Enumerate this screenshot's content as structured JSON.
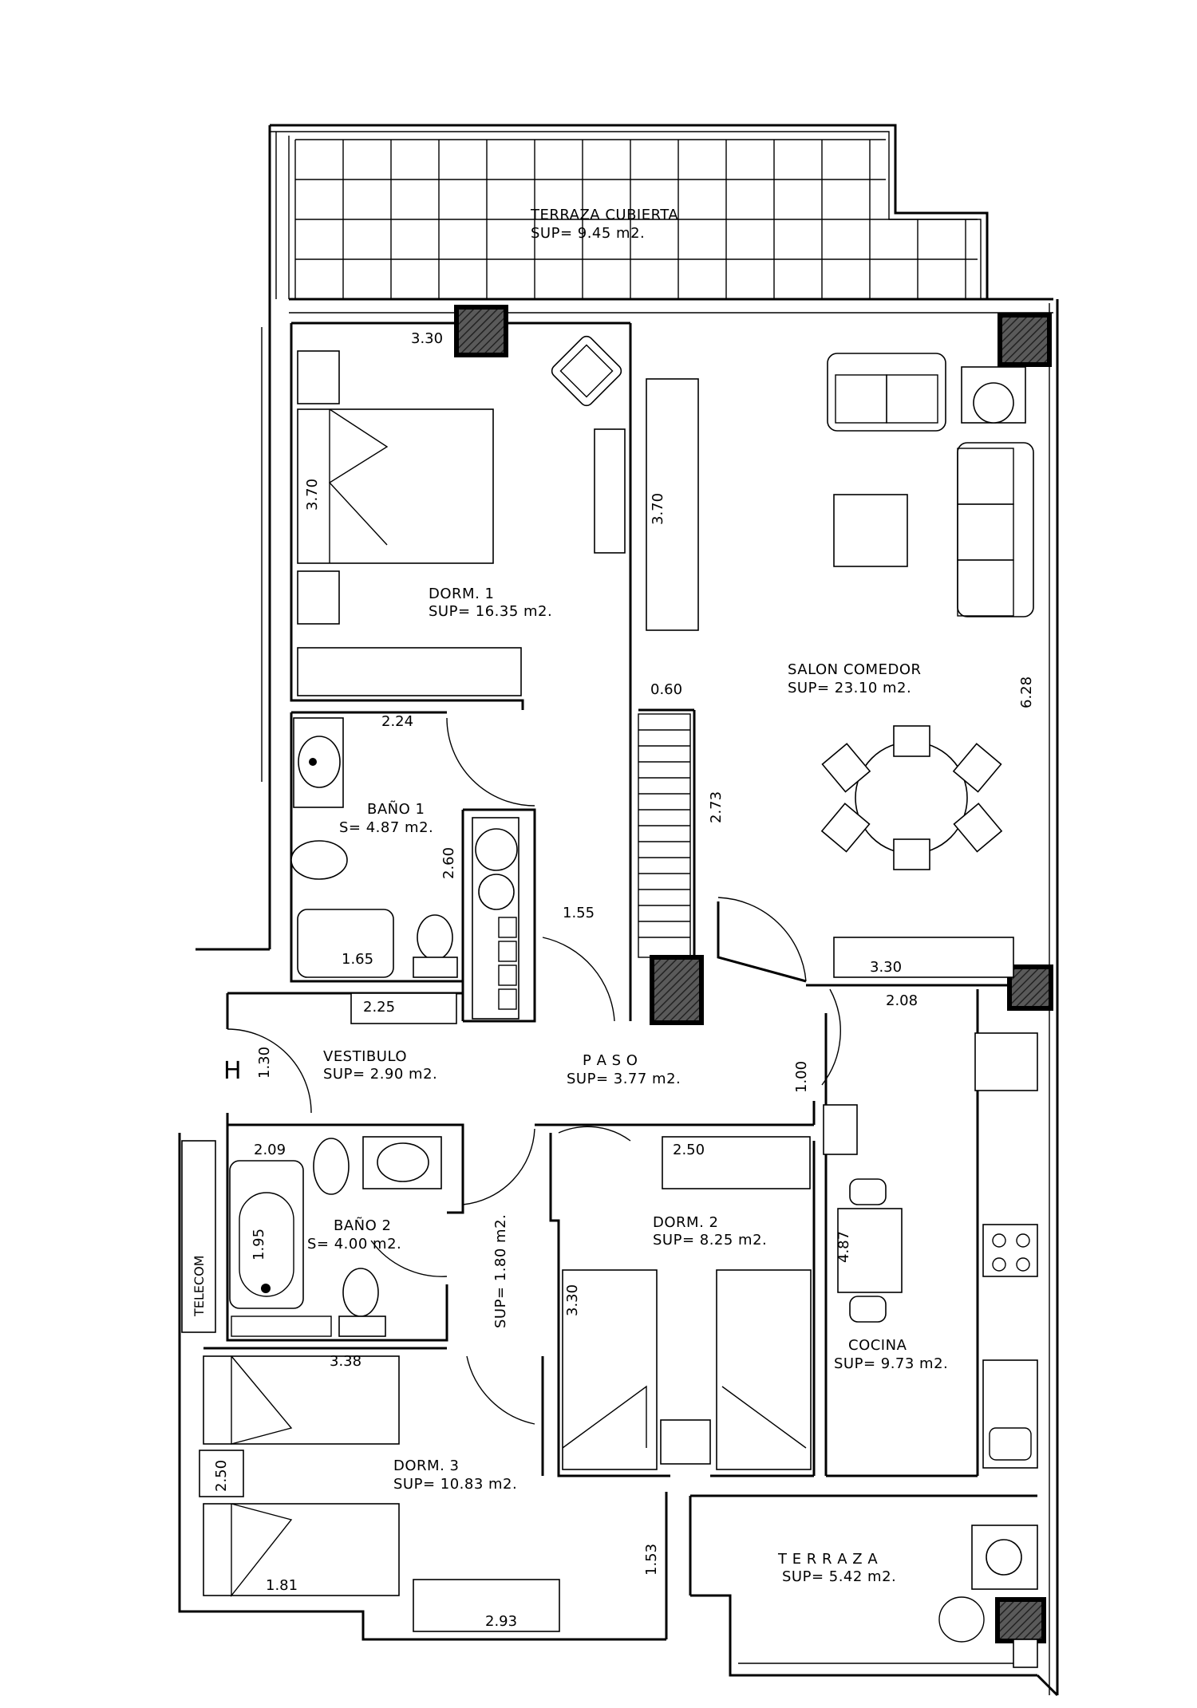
{
  "rooms": {
    "terraza_cubierta": {
      "name": "TERRAZA CUBIERTA",
      "area": "SUP= 9.45 m2."
    },
    "dorm1": {
      "name": "DORM. 1",
      "area": "SUP= 16.35 m2."
    },
    "salon": {
      "name": "SALON COMEDOR",
      "area": "SUP= 23.10 m2."
    },
    "bano1": {
      "name": "BAÑO 1",
      "area": "S= 4.87 m2."
    },
    "vestibulo": {
      "name": "VESTIBULO",
      "area": "SUP= 2.90 m2."
    },
    "paso": {
      "name": "P A S O",
      "area": "SUP= 3.77 m2."
    },
    "bano2": {
      "name": "BAÑO 2",
      "area": "S= 4.00 m2."
    },
    "dorm2": {
      "name": "DORM. 2",
      "area": "SUP= 8.25 m2."
    },
    "cocina": {
      "name": "COCINA",
      "area": "SUP= 9.73 m2."
    },
    "dorm3": {
      "name": "DORM. 3",
      "area": "SUP= 10.83 m2."
    },
    "terraza": {
      "name": "T E R R A Z A",
      "area": "SUP= 5.42 m2."
    }
  },
  "pasillo_area": "SUP= 1.80 m2.",
  "entry_label": "H",
  "telecom_label": "TELECOM",
  "dimensions": {
    "d330_dorm1": "3.30",
    "d370_dorm1": "3.70",
    "d370_salon": "3.70",
    "d060": "0.60",
    "d628": "6.28",
    "d224": "2.24",
    "d273": "2.73",
    "d260": "2.60",
    "d155": "1.55",
    "d165": "1.65",
    "d330_salon": "3.30",
    "d225": "2.25",
    "d208": "2.08",
    "d130": "1.30",
    "d100": "1.00",
    "d209": "2.09",
    "d250_dorm2": "2.50",
    "d195": "1.95",
    "d487": "4.87",
    "d330_dorm2": "3.30",
    "d338": "3.38",
    "d250_dorm3": "2.50",
    "d181": "1.81",
    "d293": "2.93",
    "d153": "1.53"
  },
  "colors": {
    "line": "#000000",
    "background": "#ffffff",
    "hatch": "#4a4a4a"
  }
}
